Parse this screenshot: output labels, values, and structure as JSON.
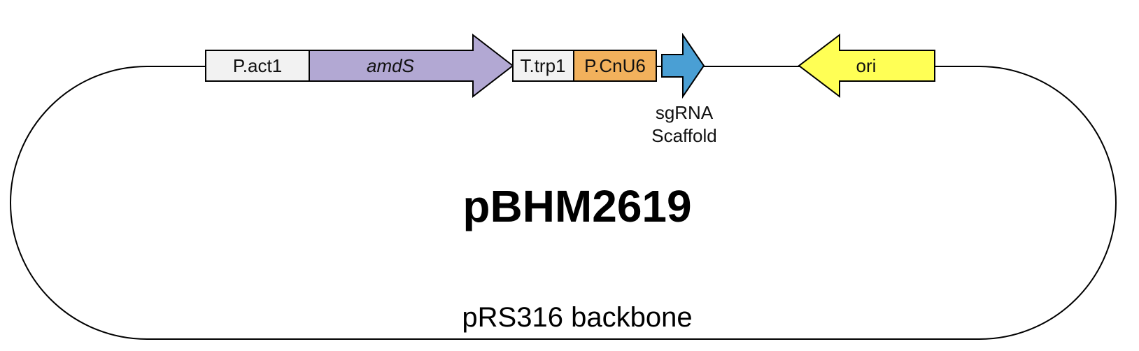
{
  "plasmid": {
    "name": "pBHM2619",
    "backbone_label": "pRS316 backbone"
  },
  "features": {
    "p_act1": {
      "label": "P.act1",
      "color": "#f2f2f2"
    },
    "amds": {
      "label": "amdS",
      "color": "#b2a8d3"
    },
    "t_trp1": {
      "label": "T.trp1",
      "color": "#f2f2f2"
    },
    "p_cnu6": {
      "label": "P.CnU6",
      "color": "#f2b15c"
    },
    "sgrna": {
      "label_line1": "sgRNA",
      "label_line2": "Scaffold",
      "color": "#4a9fd4"
    },
    "ori": {
      "label": "ori",
      "color": "#ffff55"
    }
  }
}
